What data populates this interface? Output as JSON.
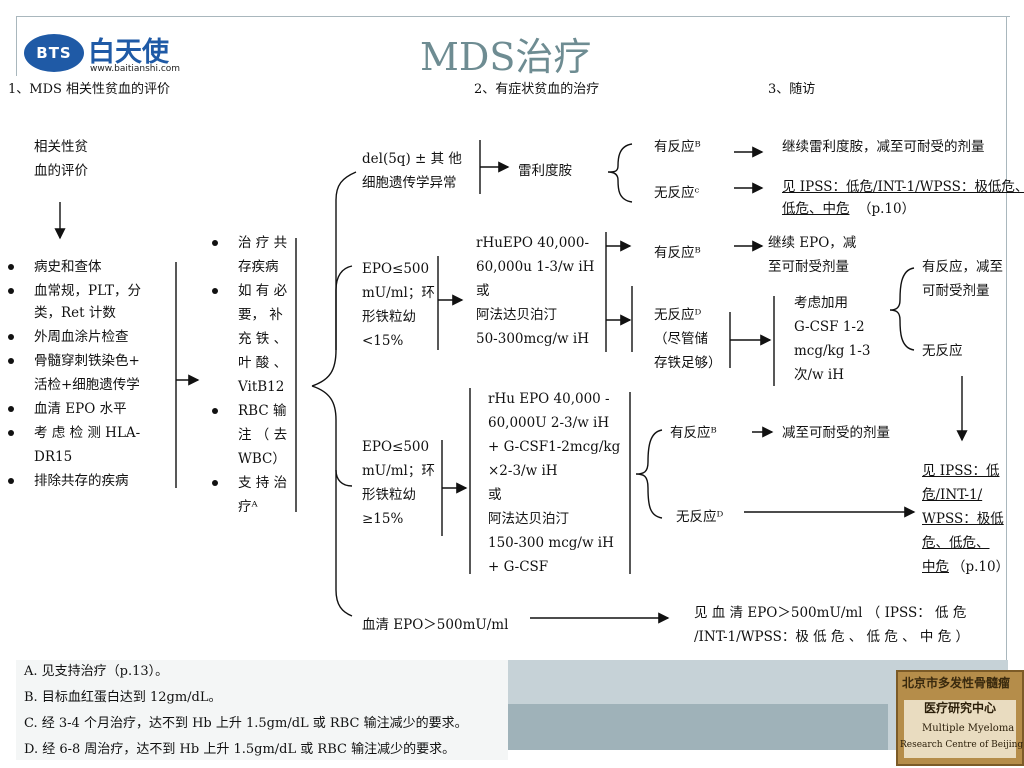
{
  "header": {
    "logo_badge": "BTS",
    "logo_cn": "白天使",
    "logo_url": "www.baitianshi.com",
    "title": "MDS治疗"
  },
  "sections": {
    "s1": "1、MDS 相关性贫血的评价",
    "s2": "2、有症状贫血的治疗",
    "s3": "3、随访"
  },
  "eval": {
    "head1": "相关性贫",
    "head2": "血的评价",
    "items": [
      "病史和查体",
      "血常规，PLT，分",
      "类，Ret 计数",
      "外周血涂片检查",
      "骨髓穿刺铁染色+",
      "活检+细胞遗传学",
      "血清 EPO 水平",
      "考 虑 检 测  HLA-",
      "DR15",
      "排除共存的疾病"
    ]
  },
  "support": {
    "lines": [
      "治 疗 共",
      "存疾病",
      "如 有 必",
      "要， 补",
      "充 铁 、",
      "叶 酸 、",
      "VitB12",
      "RBC  输",
      "注 （ 去",
      "WBC）",
      "支 持 治",
      "疗ᴬ"
    ]
  },
  "branches": {
    "del5q": [
      "del(5q) ± 其 他",
      "细胞遗传学异常"
    ],
    "lenalidomide": "雷利度胺",
    "resp_a": "有反应ᴮ",
    "noresp_c": "无反应ᶜ",
    "cont_len": "继续雷利度胺，减至可耐受的剂量",
    "see_ipss1": [
      "见 IPSS：低危/INT-1/WPSS：极低危、",
      "低危、中危"
    ],
    "page_ref1": "（p.10）",
    "epo1": [
      "EPO≤500",
      "mU/ml；环",
      "形铁粒幼",
      "<15%"
    ],
    "rhu1": [
      "rHuEPO 40,000-",
      "60,000u 1-3/w iH",
      "或",
      "阿法达贝泊汀",
      "50-300mcg/w iH"
    ],
    "resp_b": "有反应ᴮ",
    "noresp_d": [
      "无反应ᴰ",
      "（尽管储",
      "存铁足够）"
    ],
    "cont_epo": [
      "继续 EPO，减",
      "至可耐受剂量"
    ],
    "gcsf_add": [
      "考虑加用",
      "G-CSF 1-2",
      "mcg/kg 1-3",
      "次/w iH"
    ],
    "resp_reduce": [
      "有反应，减至",
      "可耐受剂量"
    ],
    "noresp": "无反应",
    "epo2": [
      "EPO≤500",
      "mU/ml；环",
      "形铁粒幼",
      "≥15%"
    ],
    "rhu2": [
      "rHu EPO 40,000  -",
      "60,000U 2-3/w iH",
      "+ G-CSF1-2mcg/kg",
      "×2-3/w iH",
      "或",
      "阿法达贝泊汀",
      "150-300 mcg/w iH",
      "+ G-CSF"
    ],
    "resp_b2": "有反应ᴮ",
    "reduce2": "减至可耐受的剂量",
    "noresp_d2": "无反应ᴰ",
    "see_ipss2": [
      "见 IPSS：低",
      "危/INT-1/",
      "WPSS：极低",
      "危、低危、",
      "中危"
    ],
    "page_ref2": "（p.10）",
    "serum": "血清 EPO＞500mU/ml",
    "see_ipss3": [
      "见 血 清  EPO＞500mU/ml （ IPSS： 低 危",
      "/INT-1/WPSS：极 低 危 、 低 危 、 中 危 ）"
    ]
  },
  "footnotes": [
    "A.  见支持治疗（p.13）。",
    "B.  目标血红蛋白达到 12gm/dL。",
    "C.  经 3-4 个月治疗，达不到 Hb 上升 1.5gm/dL 或 RBC 输注减少的要求。",
    "D.  经 6-8 周治疗，达不到 Hb 上升 1.5gm/dL 或 RBC 输注减少的要求。"
  ],
  "seal": {
    "arc": "北京市多发性骨髓瘤",
    "center": "医疗研究中心",
    "en1": "Multiple Myeloma",
    "en2": "Research Centre of Beijing"
  },
  "colors": {
    "title": "#6e8c92",
    "logo": "#1f5aa6",
    "frame": "#a9b7bd"
  }
}
